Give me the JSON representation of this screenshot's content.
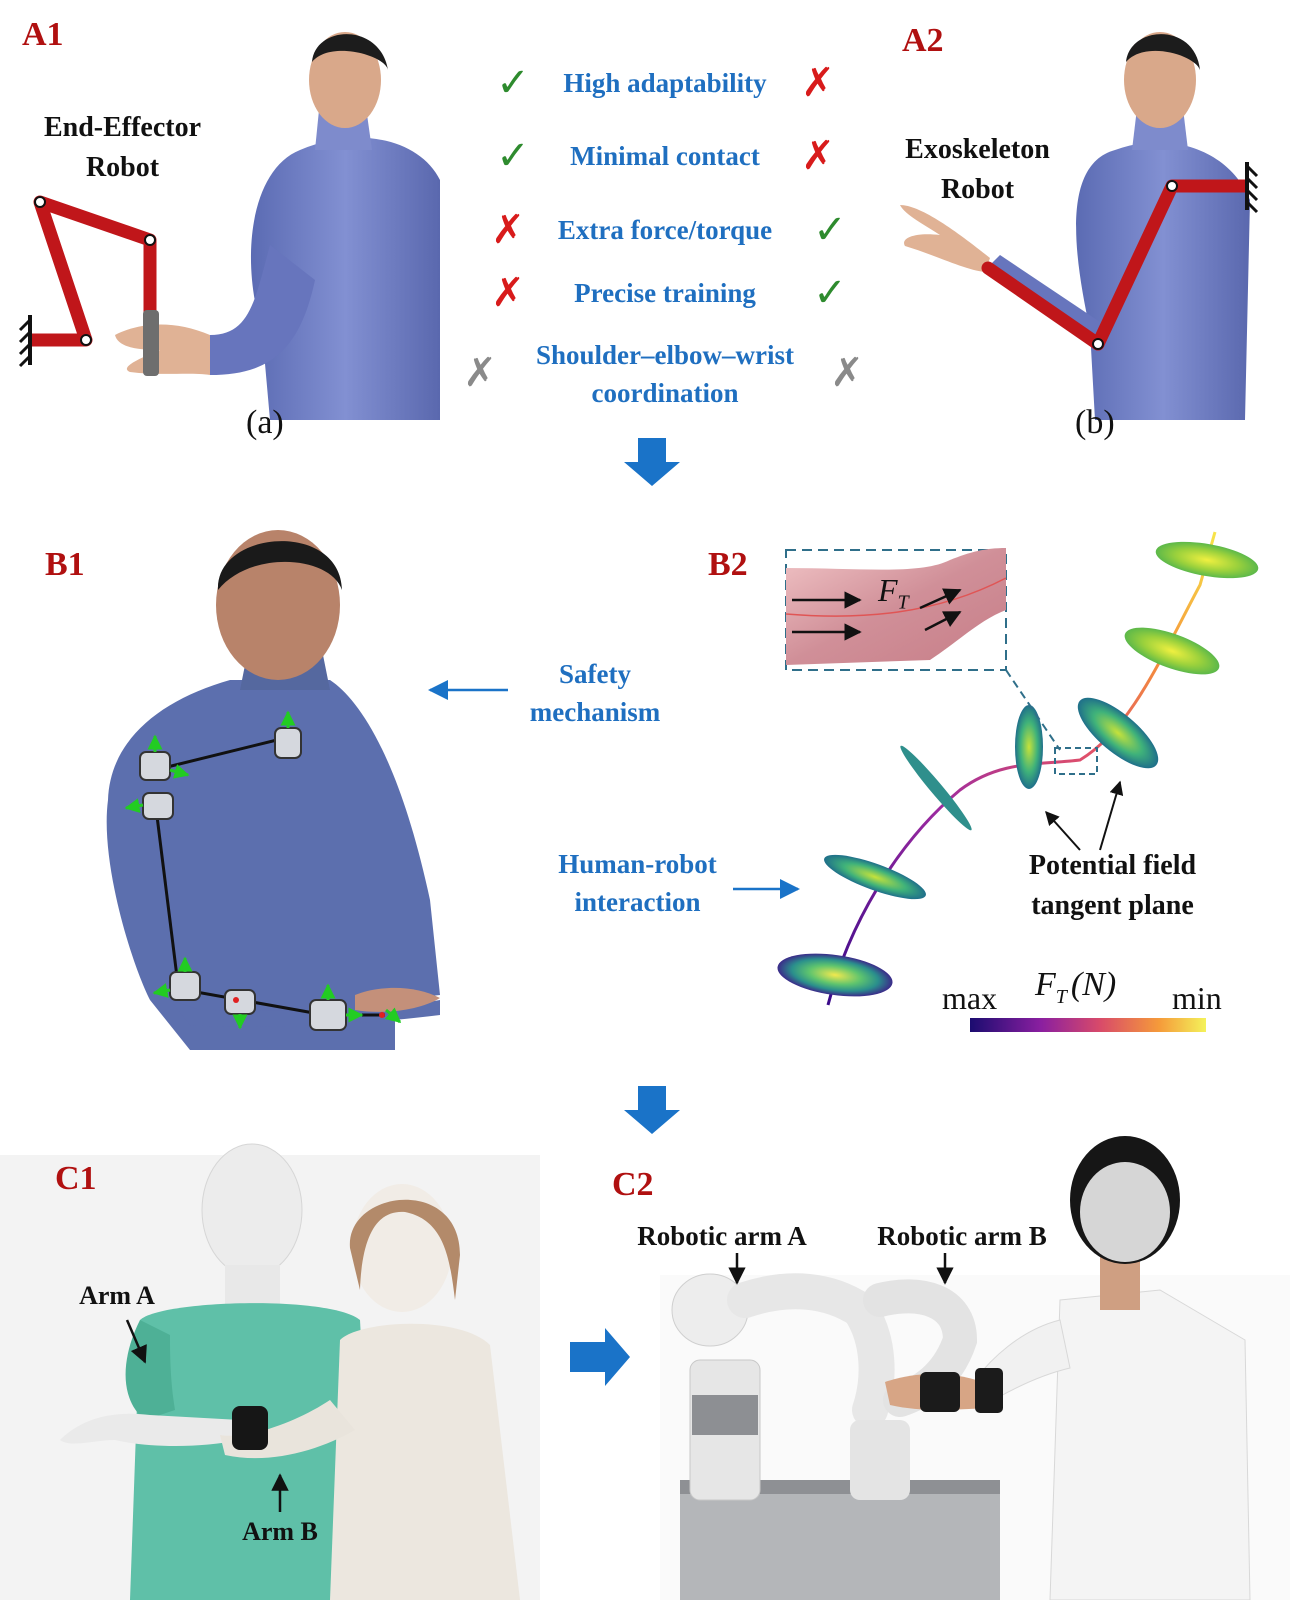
{
  "panels": {
    "a1": "A1",
    "a2": "A2",
    "b1": "B1",
    "b2": "B2",
    "c1": "C1",
    "c2": "C2"
  },
  "section_a": {
    "end_effector_line1": "End-Effector",
    "end_effector_line2": "Robot",
    "exoskeleton_line1": "Exoskeleton",
    "exoskeleton_line2": "Robot",
    "sub_a": "(a)",
    "sub_b": "(b)",
    "comparison": [
      {
        "label": "High adaptability",
        "left": "✓",
        "right": "✗"
      },
      {
        "label": "Minimal contact",
        "left": "✓",
        "right": "✗"
      },
      {
        "label": "Extra force/torque",
        "left": "✗",
        "right": "✓"
      },
      {
        "label": "Precise training",
        "left": "✗",
        "right": "✓"
      }
    ],
    "coord_line1": "Shoulder–elbow–wrist",
    "coord_line2": "coordination",
    "coord_left": "✗",
    "coord_right": "✗"
  },
  "section_b": {
    "safety_line1": "Safety",
    "safety_line2": "mechanism",
    "hri_line1": "Human-robot",
    "hri_line2": "interaction",
    "pf_line1": "Potential field",
    "pf_line2": "tangent plane",
    "ft_label": "F",
    "ft_sub": "T",
    "colorbar_max": "max",
    "colorbar_min": "min",
    "colorbar_title": "F",
    "colorbar_sub": "T",
    "colorbar_unit": "(N)"
  },
  "section_c": {
    "arm_a": "Arm A",
    "arm_b": "Arm B",
    "robotic_arm_a": "Robotic arm A",
    "robotic_arm_b": "Robotic arm B"
  },
  "colors": {
    "label_red": "#b01010",
    "text_blue": "#1f6fc0",
    "check_green": "#2e8b2e",
    "cross_red": "#d81b1b",
    "robot_red": "#c0161a",
    "skin_blue": "#6f7fc4",
    "arrow_blue": "#1a73c8"
  }
}
